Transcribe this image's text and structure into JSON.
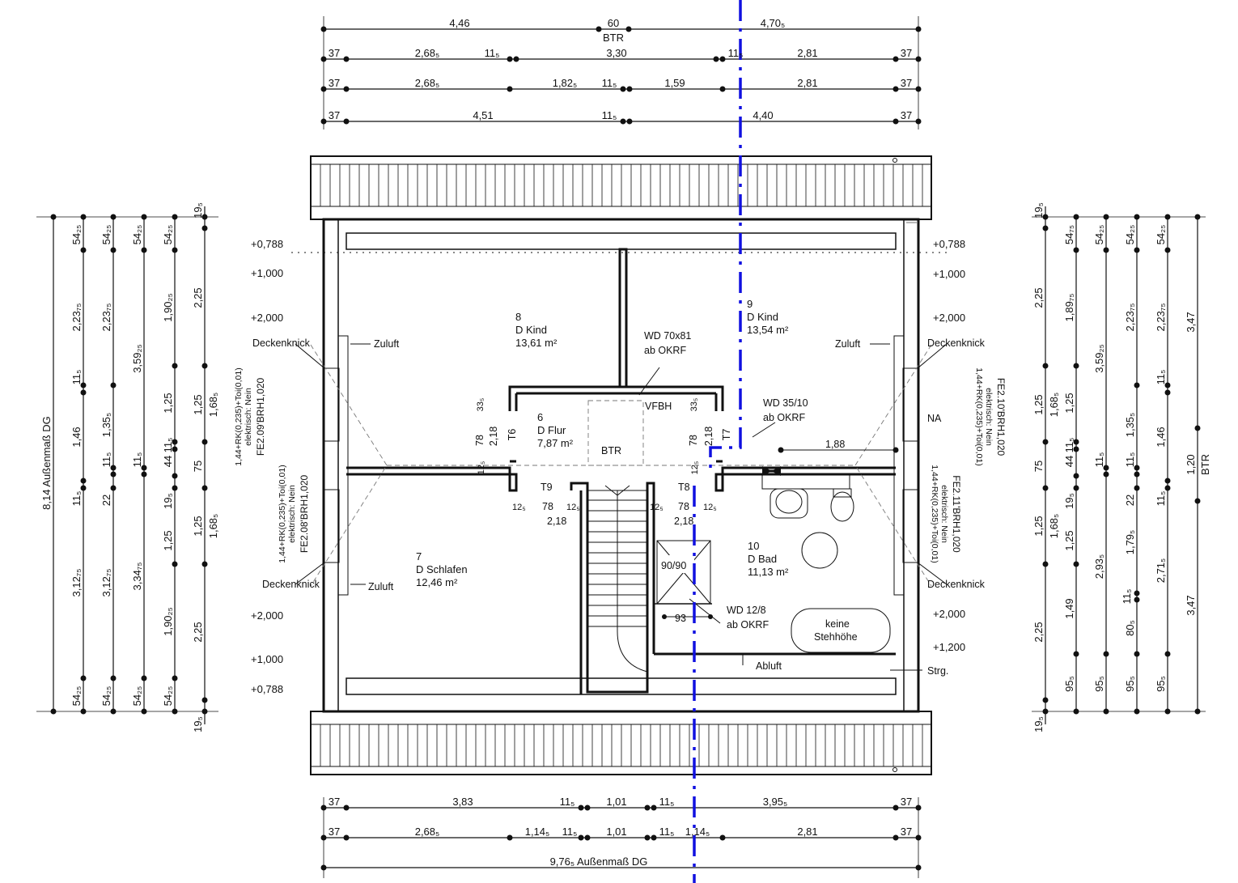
{
  "top_dims": {
    "row1": [
      "4,46",
      "60",
      "4,70₅"
    ],
    "btr": "BTR",
    "row2": [
      "37",
      "2,68₅",
      "11₅",
      "3,30",
      "11₅",
      "2,81",
      "37"
    ],
    "row3": [
      "37",
      "2,68₅",
      "1,82₅",
      "11₅",
      "1,59",
      "2,81",
      "37"
    ],
    "row4": [
      "37",
      "4,51",
      "11₅",
      "4,40",
      "37"
    ]
  },
  "bottom_dims": {
    "row1": [
      "37",
      "3,83",
      "11₅",
      "1,01",
      "11₅",
      "3,95₅",
      "37"
    ],
    "row2": [
      "37",
      "2,68₅",
      "1,14₅",
      "11₅",
      "1,01",
      "11₅",
      "1,14₅",
      "2,81",
      "37"
    ],
    "overall": "9,76₅ Außenmaß DG"
  },
  "left_dims": {
    "overall": "8,14 Außenmaß DG",
    "col1": [
      "54₂₅",
      "2,23₇₅",
      "11₅",
      "1,46",
      "11₅",
      "3,12₇₅",
      "54₂₅"
    ],
    "col2": [
      "54₂₅",
      "2,23₇₅",
      "1,35₅",
      "11₅",
      "22",
      "3,12₇₅",
      "54₂₅"
    ],
    "col3": [
      "54₂₅",
      "3,59₂₅",
      "11₅",
      "3,34₇₅",
      "54₂₅"
    ],
    "col4": [
      "54₂₅",
      "1,90₂₅",
      "1,25",
      "11₅",
      "44",
      "19₅",
      "1,25",
      "1,90₂₅",
      "54₂₅"
    ],
    "col5": [
      "19₅",
      "2,25",
      "1,25",
      "1,68₅",
      "75",
      "1,25",
      "1,68₅",
      "2,25",
      "19₅"
    ]
  },
  "right_dims": {
    "btr": "BTR",
    "col1": [
      "19₅",
      "2,25",
      "1,25",
      "1,68₅",
      "75",
      "1,25",
      "1,68₅",
      "2,25",
      "19₅"
    ],
    "col2": [
      "54₇₅",
      "1,89₇₅",
      "1,25",
      "11₅",
      "44",
      "19₅",
      "1,25",
      "1,49",
      "95₅"
    ],
    "col3": [
      "54₂₅",
      "3,59₂₅",
      "11₅",
      "2,93₅",
      "95₅"
    ],
    "col4": [
      "54₂₅",
      "2,23₇₅",
      "1,35₅",
      "11₅",
      "22",
      "1,79₅",
      "11₅",
      "80₅",
      "95₅"
    ],
    "col5": [
      "54₂₅",
      "2,23₇₅",
      "11₅",
      "1,46",
      "11₅",
      "2,71₅",
      "95₅"
    ],
    "col6": [
      "3,47",
      "1,20",
      "3,47"
    ]
  },
  "heights_left": [
    "+0,788",
    "+1,000",
    "+2,000",
    "+2,000",
    "+1,000",
    "+0,788"
  ],
  "heights_right": [
    "+0,788",
    "+1,000",
    "+2,000",
    "+2,000",
    "+1,200"
  ],
  "rooms": [
    {
      "no": "8",
      "name": "D Kind",
      "area": "13,61 m²"
    },
    {
      "no": "9",
      "name": "D Kind",
      "area": "13,54 m²"
    },
    {
      "no": "6",
      "name": "D Flur",
      "area": "7,87 m²"
    },
    {
      "no": "7",
      "name": "D Schlafen",
      "area": "12,46 m²"
    },
    {
      "no": "10",
      "name": "D Bad",
      "area": "11,13 m²"
    }
  ],
  "labels": {
    "deckenknick": "Deckenknick",
    "zuluft": "Zuluft",
    "abluft": "Abluft",
    "strg": "Strg.",
    "na": "NA",
    "btr": "BTR",
    "vfbh": "VFBH",
    "wd1_a": "WD 70x81",
    "wd1_b": "ab OKRF",
    "wd2_a": "WD 35/10",
    "wd2_b": "ab OKRF",
    "wd3_a": "WD 12/8",
    "wd3_b": "ab OKRF",
    "keine": "keine",
    "stehhoehe": "Stehhöhe",
    "shower": "90/90",
    "t6": "T6",
    "t7": "T7",
    "t8": "T8",
    "t9": "T9",
    "door_h": "2,18",
    "door_w": "78",
    "reveal": "12₅",
    "d335": "33₅",
    "d188": "1,88",
    "d93": "93"
  },
  "windows": [
    {
      "line1": "1,44+RK(0,235)+Toi(0,01)",
      "line2": "elektrisch: Nein",
      "line3": "FE2.09'BRH1,020"
    },
    {
      "line1": "1,44+RK(0,235)+Toi(0,01)",
      "line2": "elektrisch: Nein",
      "line3": "FE2.08'BRH1,020"
    },
    {
      "line1": "1,44+RK(0,235)+Toi(0,01)",
      "line2": "elektrisch: Nein",
      "line3": "FE2.10'BRH1,020"
    },
    {
      "line1": "1,44+RK(0,235)+Toi(0,01)",
      "line2": "elektrisch: Nein",
      "line3": "FE2.11'BRH1,020"
    }
  ],
  "colors": {
    "axis": "#1010e0",
    "line": "#111111"
  }
}
